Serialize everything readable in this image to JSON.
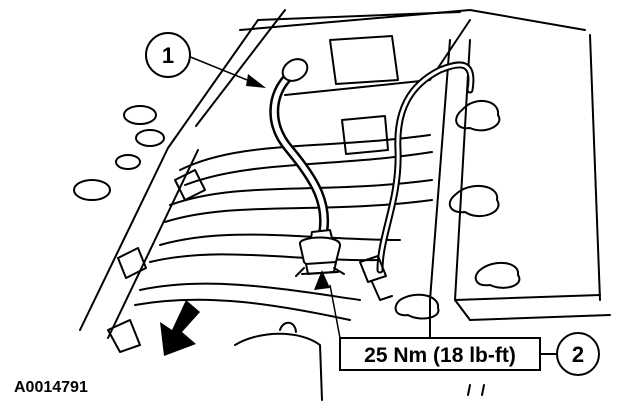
{
  "callouts": [
    {
      "number": "1"
    },
    {
      "number": "2",
      "label": "25 Nm (18 lb-ft)"
    }
  ],
  "figure_id": "A0014791"
}
